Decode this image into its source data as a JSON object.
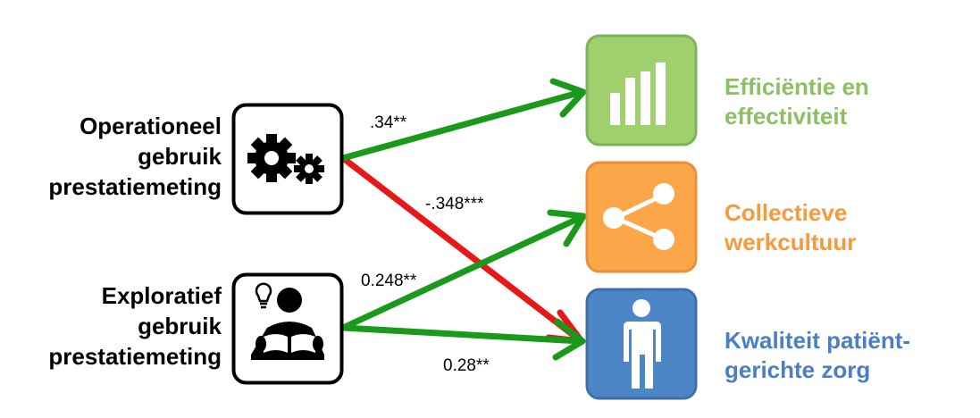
{
  "sources": [
    {
      "id": "operationeel",
      "lines": [
        "Operationeel",
        "gebruik",
        "prestatiemeting"
      ],
      "icon": "gears-icon"
    },
    {
      "id": "exploratief",
      "lines": [
        "Exploratief",
        "gebruik",
        "prestatiemeting"
      ],
      "icon": "reader-lightbulb-icon"
    }
  ],
  "outcomes": [
    {
      "id": "efficientie",
      "lines": [
        "Efficiëntie en",
        "effectiviteit"
      ],
      "icon": "bar-chart-icon",
      "color": "#8cc063",
      "box_color": "#a0cf6e",
      "border_color": "#7fb25a"
    },
    {
      "id": "collectieve",
      "lines": [
        "Collectieve",
        "werkcultuur"
      ],
      "icon": "share-icon",
      "color": "#f79a3c",
      "box_color": "#fca64a",
      "border_color": "#e8903a"
    },
    {
      "id": "kwaliteit",
      "lines": [
        "Kwaliteit patiënt-",
        "gerichte zorg"
      ],
      "icon": "person-icon",
      "color": "#4a7fc1",
      "box_color": "#4d86c6",
      "border_color": "#3d6fa8"
    }
  ],
  "paths": [
    {
      "from": "operationeel",
      "to": "efficientie",
      "coefficient": ".34**",
      "color": "#1a9a1a"
    },
    {
      "from": "operationeel",
      "to": "kwaliteit",
      "coefficient": "-.348***",
      "color": "#e81818"
    },
    {
      "from": "exploratief",
      "to": "collectieve",
      "coefficient": "0.248**",
      "color": "#1a9a1a"
    },
    {
      "from": "exploratief",
      "to": "kwaliteit",
      "coefficient": "0.28**",
      "color": "#1a9a1a"
    }
  ]
}
